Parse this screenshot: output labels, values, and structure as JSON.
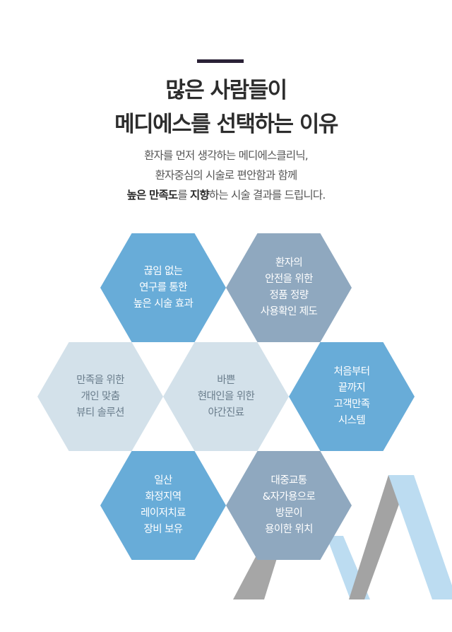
{
  "header": {
    "title_line1": "많은 사람들이",
    "title_line2": "메디에스를 선택하는 이유"
  },
  "description": {
    "line1": "환자를 먼저 생각하는 메디에스클리닉,",
    "line2": "환자중심의 시술로 편안함과 함께",
    "line3_bold1": "높은 만족도",
    "line3_mid": "를 ",
    "line3_bold2": "지향",
    "line3_end": "하는 시술 결과를 드립니다."
  },
  "hexagons": [
    {
      "lines": [
        "끊임 없는",
        "연구를 통한",
        "높은 시술 효과"
      ]
    },
    {
      "lines": [
        "환자의",
        "안전을 위한",
        "정품 정량",
        "사용확인 제도"
      ]
    },
    {
      "lines": [
        "만족을 위한",
        "개인 맞춤",
        "뷰티 솔루션"
      ]
    },
    {
      "lines": [
        "바쁜",
        "현대인을 위한",
        "야간진료"
      ]
    },
    {
      "lines": [
        "처음부터",
        "끝까지",
        "고객만족",
        "시스템"
      ]
    },
    {
      "lines": [
        "일산",
        "화정지역",
        "레이저치료",
        "장비 보유"
      ]
    },
    {
      "lines": [
        "대중교통",
        "&자가용으로",
        "방문이",
        "용이한 위치"
      ]
    }
  ],
  "colors": {
    "accent_bar": "#2a2136",
    "hex_blue": "#68acd8",
    "hex_slate": "#8fa8bf",
    "hex_pale": "#d3e1ea",
    "deco_gray": "#a3a3a3",
    "deco_blue": "#bcdcf1"
  }
}
